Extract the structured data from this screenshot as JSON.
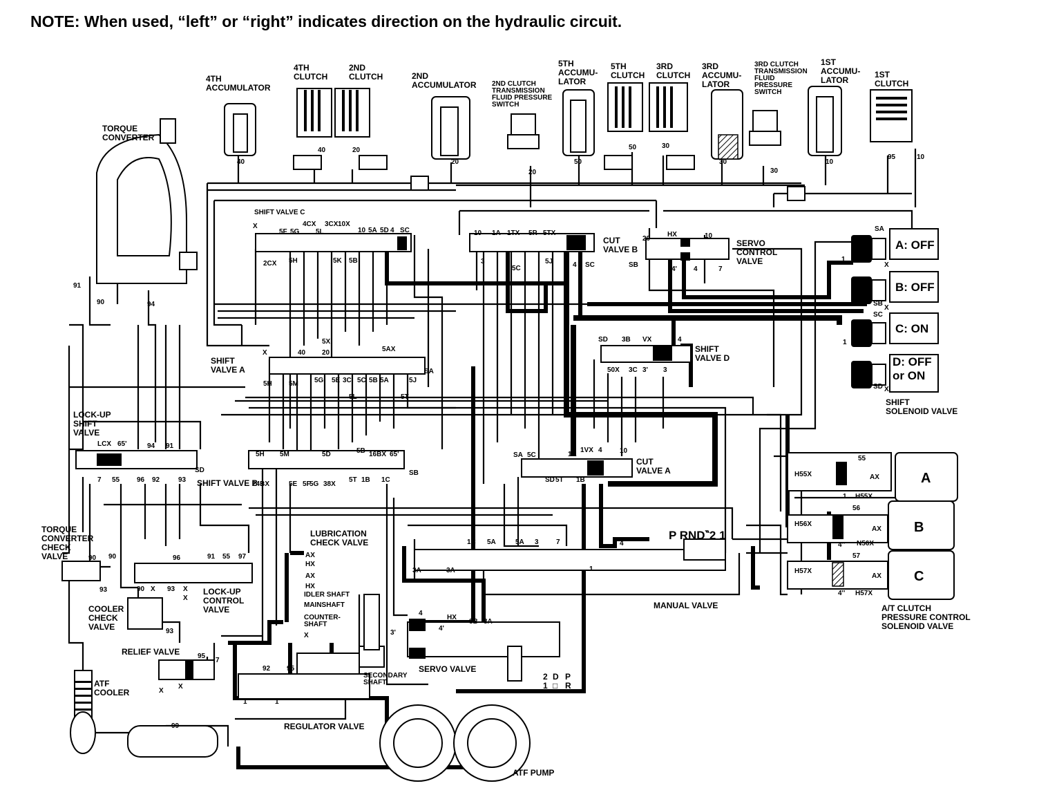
{
  "note": "NOTE: When used, “left” or “right” indicates direction on the hydraulic circuit.",
  "components": {
    "accumulator_4th": "4TH|ACCUMULATOR",
    "clutch_4th": "4TH|CLUTCH",
    "clutch_2nd": "2ND|CLUTCH",
    "accumulator_2nd": "2ND|ACCUMULATOR",
    "switch_2nd": "2ND CLUTCH|TRANSMISSION|FLUID PRESSURE|SWITCH",
    "accumulator_5th": "5TH|ACCUMU-|LATOR",
    "clutch_5th": "5TH|CLUTCH",
    "clutch_3rd": "3RD|CLUTCH",
    "accumulator_3rd": "3RD|ACCUMU-|LATOR",
    "switch_3rd": "3RD CLUTCH|TRANSMISSION|FLUID|PRESSURE|SWITCH",
    "accumulator_1st": "1ST|ACCUMU-|LATOR",
    "clutch_1st": "1ST|CLUTCH",
    "torque_converter": "TORQUE|CONVERTER",
    "shift_valve_c": "SHIFT VALVE C",
    "cut_valve_b": "CUT|VALVE B",
    "servo_control_valve": "SERVO|CONTROL|VALVE",
    "shift_valve_a": "SHIFT|VALVE A",
    "shift_valve_d": "SHIFT|VALVE D",
    "lockup_shift_valve": "LOCK-UP|SHIFT|VALVE",
    "shift_valve_b": "SHIFT VALVE B",
    "cut_valve_a": "CUT|VALVE A",
    "tc_check_valve": "TORQUE|CONVERTER|CHECK|VALVE",
    "lub_check_valve": "LUBRICATION|CHECK VALVE",
    "lockup_control_valve": "LOCK-UP|CONTROL|VALVE",
    "cooler_check_valve": "COOLER|CHECK|VALVE",
    "relief_valve": "RELIEF VALVE",
    "atf_cooler": "ATF|COOLER",
    "secondary_shaft": "SECONDARY|SHAFT",
    "servo_valve": "SERVO VALVE",
    "regulator_valve": "REGULATOR VALVE",
    "atf_pump": "ATF PUMP",
    "manual_valve": "MANUAL VALVE",
    "shift_solenoid_valve": "SHIFT|SOLENOID VALVE",
    "atc_solenoid": "A/T CLUTCH|PRESSURE CONTROL|SOLENOID VALVE",
    "manual_positions": "P  RND‶2 1",
    "manual_lower": [
      "2",
      "D",
      "P",
      "1",
      "□",
      "R"
    ]
  },
  "lub_outlets": [
    "AX",
    "HX",
    "AX",
    "HX",
    "IDLER SHAFT",
    "MAINSHAFT",
    "COUNTER-",
    "SHAFT",
    "X"
  ],
  "solenoid_states": [
    {
      "label": "A: OFF"
    },
    {
      "label": "B: OFF"
    },
    {
      "label": "C: ON"
    },
    {
      "label": "D: OFF|or ON"
    }
  ],
  "pressure_solenoids": [
    "A",
    "B",
    "C"
  ],
  "port_labels": {
    "top": [
      "40",
      "40",
      "20",
      "20",
      "20",
      "50",
      "50",
      "30",
      "30",
      "30",
      "10",
      "95",
      "10"
    ],
    "shift_c": [
      "X",
      "5F",
      "5G",
      "4CX",
      "5L",
      "3CX",
      "10X",
      "10",
      "5A",
      "5D",
      "4",
      "SC",
      "2CX",
      "5H",
      "5K",
      "5B"
    ],
    "cut_b": [
      "10",
      "1A",
      "1TX",
      "5R",
      "5TX",
      "3",
      "5C",
      "5J",
      "4",
      "SC"
    ],
    "servo_ctrl": [
      "20",
      "HX",
      "10",
      "SB",
      "4'",
      "4",
      "7"
    ],
    "sol_ports": [
      "SA",
      "X",
      "1",
      "SB",
      "X",
      "SC",
      "1",
      "SD",
      "X"
    ],
    "shift_a": [
      "X",
      "40",
      "5X",
      "20",
      "5AX",
      "SA",
      "5H",
      "5M",
      "5G",
      "5E",
      "3C",
      "5C",
      "5B",
      "5A",
      "5J",
      "5L",
      "5T"
    ],
    "shift_d": [
      "SD",
      "3B",
      "VX",
      "4",
      "50X",
      "3C",
      "3'",
      "3"
    ],
    "lockup": [
      "91",
      "90",
      "94",
      "LCX",
      "65'",
      "94",
      "91",
      "SD",
      "7",
      "55",
      "96",
      "92",
      "93"
    ],
    "shift_b": [
      "5H",
      "5M",
      "5D",
      "5B",
      "16BX",
      "65'",
      "24BX",
      "5E",
      "5F",
      "5G",
      "38X",
      "5T",
      "1B",
      "1C",
      "SB"
    ],
    "cut_a": [
      "SA",
      "5C",
      "1A",
      "1VX",
      "4",
      "10",
      "SD",
      "5T",
      "1B"
    ],
    "pcs": [
      "55",
      "H55X",
      "AX",
      "1",
      "H55X",
      "56",
      "H56X",
      "AX",
      "4''",
      "N56X",
      "57",
      "H57X",
      "AX",
      "4''",
      "H57X"
    ],
    "lower": [
      "1C",
      "5A",
      "5A",
      "3",
      "7",
      "4",
      "3A",
      "3A",
      "1",
      "90",
      "96",
      "91",
      "55",
      "97",
      "90",
      "X",
      "93",
      "X",
      "X",
      "93",
      "90",
      "93",
      "95",
      "7",
      "X",
      "X",
      "92",
      "95",
      "1",
      "1",
      "99",
      "4",
      "4'",
      "HX",
      "3B",
      "3A",
      "3'"
    ]
  }
}
